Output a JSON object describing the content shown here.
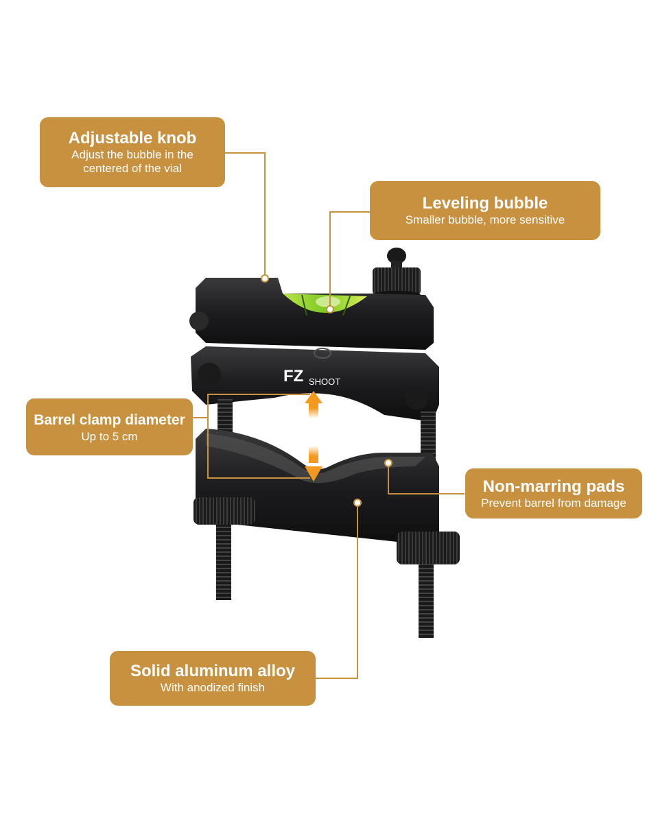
{
  "callouts": {
    "adjustable_knob": {
      "title": "Adjustable knob",
      "line1": "Adjust the bubble in the",
      "line2": "centered of the vial"
    },
    "leveling_bubble": {
      "title": "Leveling bubble",
      "subtitle": "Smaller bubble, more sensitive"
    },
    "barrel_clamp": {
      "title": "Barrel clamp diameter",
      "subtitle": "Up to 5 cm"
    },
    "non_marring": {
      "title": "Non-marring pads",
      "subtitle": "Prevent barrel from damage"
    },
    "aluminum": {
      "title": "Solid aluminum alloy",
      "subtitle": "With anodized finish"
    }
  },
  "product": {
    "brand_mark": "FZ",
    "brand_text": "SHOOT"
  },
  "colors": {
    "callout_bg": "#c8913f",
    "arrow": "#f39a1e",
    "bubble": "#9ad32a",
    "metal": "#1d1d1f"
  }
}
